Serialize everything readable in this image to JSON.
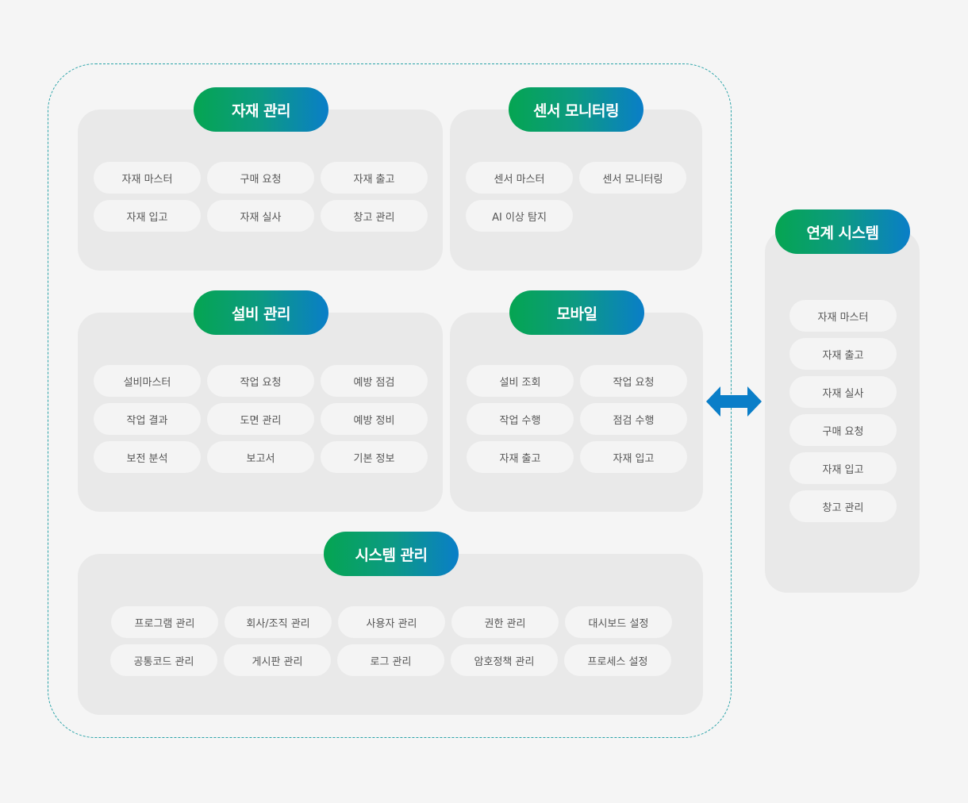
{
  "sections": {
    "material": {
      "title": "자재 관리",
      "items": [
        "자재 마스터",
        "구매 요청",
        "자재 출고",
        "자재 입고",
        "자재 실사",
        "창고 관리"
      ]
    },
    "sensor": {
      "title": "센서 모니터링",
      "items": [
        "센서 마스터",
        "센서 모니터링",
        "AI 이상 탐지"
      ]
    },
    "equipment": {
      "title": "설비 관리",
      "items": [
        "설비마스터",
        "작업 요청",
        "예방 점검",
        "작업 결과",
        "도면 관리",
        "예방 정비",
        "보전 분석",
        "보고서",
        "기본 정보"
      ]
    },
    "mobile": {
      "title": "모바일",
      "items": [
        "설비 조회",
        "작업 요청",
        "작업 수행",
        "점검 수행",
        "자재 출고",
        "자재 입고"
      ]
    },
    "system": {
      "title": "시스템 관리",
      "items": [
        "프로그램 관리",
        "회사/조직 관리",
        "사용자 관리",
        "권한 관리",
        "대시보드 설정",
        "공통코드 관리",
        "게시판 관리",
        "로그 관리",
        "암호정책 관리",
        "프로세스 설정"
      ]
    },
    "linked": {
      "title": "연계 시스템",
      "items": [
        "자재 마스터",
        "자재 출고",
        "자재 실사",
        "구매 요청",
        "자재 입고",
        "창고 관리"
      ]
    }
  },
  "colors": {
    "gradient_start": "#05a551",
    "gradient_end": "#0a7ec8",
    "arrow": "#0a7ec8",
    "dashed_border": "#2aa3a8"
  },
  "icons": {
    "connector": "double-arrow-icon"
  }
}
